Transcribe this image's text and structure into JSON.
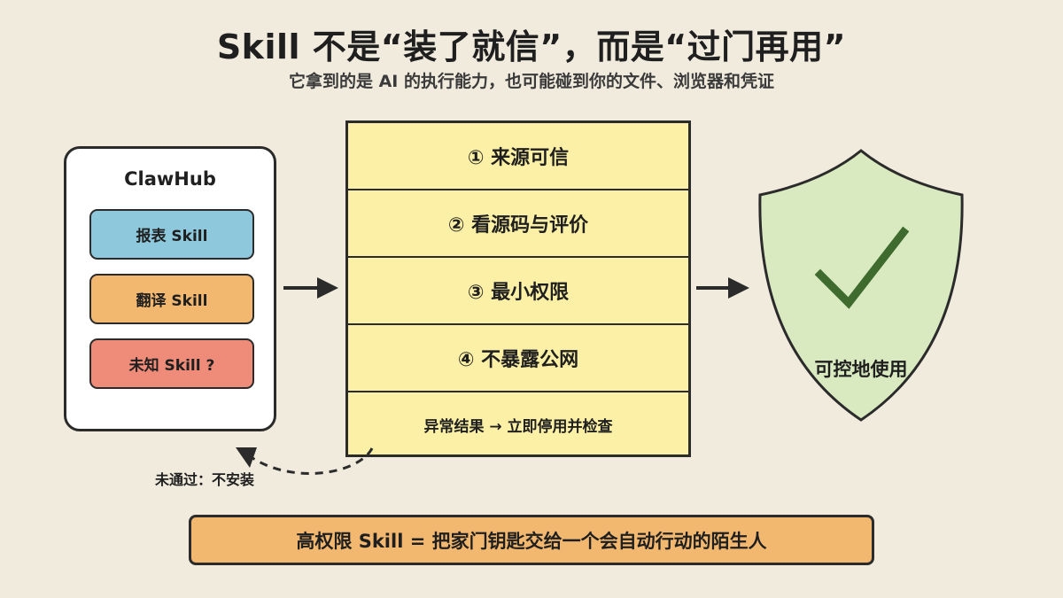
{
  "header": {
    "title": "Skill 不是“装了就信”，而是“过门再用”",
    "subtitle": "它拿到的是 AI 的执行能力，也可能碰到你的文件、浏览器和凭证"
  },
  "hub": {
    "title": "ClawHub",
    "items": [
      {
        "label": "报表 Skill",
        "color": "#8ec8dc"
      },
      {
        "label": "翻译 Skill",
        "color": "#f2b870"
      },
      {
        "label": "未知 Skill ?",
        "color": "#ef8c79"
      }
    ]
  },
  "checks": {
    "steps": [
      {
        "label": "① 来源可信"
      },
      {
        "label": "② 看源码与评价"
      },
      {
        "label": "③ 最小权限"
      },
      {
        "label": "④ 不暴露公网"
      }
    ],
    "monitor": "异常结果 → 立即停用并检查",
    "fill_color": "#fbf0a6"
  },
  "reject": {
    "label": "未通过：不安装"
  },
  "result": {
    "label": "可控地使用",
    "shield_color": "#d9eac0",
    "check_color": "#3f6b2e"
  },
  "banner": {
    "text": "高权限 Skill = 把家门钥匙交给一个会自动行动的陌生人",
    "color": "#f2b870"
  }
}
